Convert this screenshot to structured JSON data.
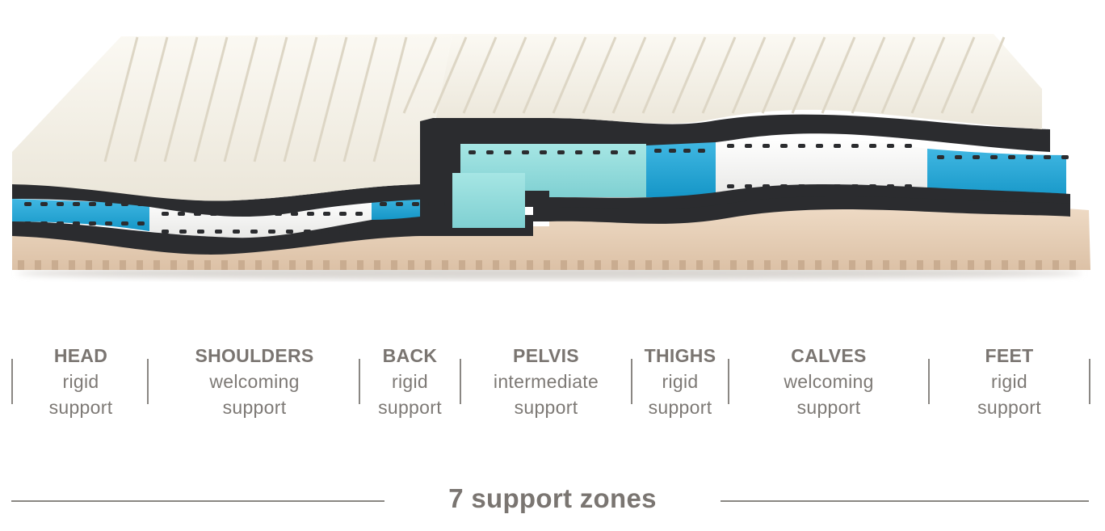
{
  "zones": [
    {
      "name": "HEAD",
      "line1": "rigid",
      "line2": "support"
    },
    {
      "name": "SHOULDERS",
      "line1": "welcoming",
      "line2": "support"
    },
    {
      "name": "BACK",
      "line1": "rigid",
      "line2": "support"
    },
    {
      "name": "PELVIS",
      "line1": "intermediate",
      "line2": "support"
    },
    {
      "name": "THIGHS",
      "line1": "rigid",
      "line2": "support"
    },
    {
      "name": "CALVES",
      "line1": "welcoming",
      "line2": "support"
    },
    {
      "name": "FEET",
      "line1": "rigid",
      "line2": "support"
    }
  ],
  "footer": {
    "label": "7 support zones"
  },
  "colors": {
    "top_foam": "#f2efe6",
    "dark_layer": "#2f3033",
    "blue_foam": "#1fa3d3",
    "light_blue_foam": "#8fdcdc",
    "white_foam": "#f7f7f5",
    "base_foam": "#e8d3bd",
    "text": "#7a7571",
    "rule": "#8a8783"
  }
}
